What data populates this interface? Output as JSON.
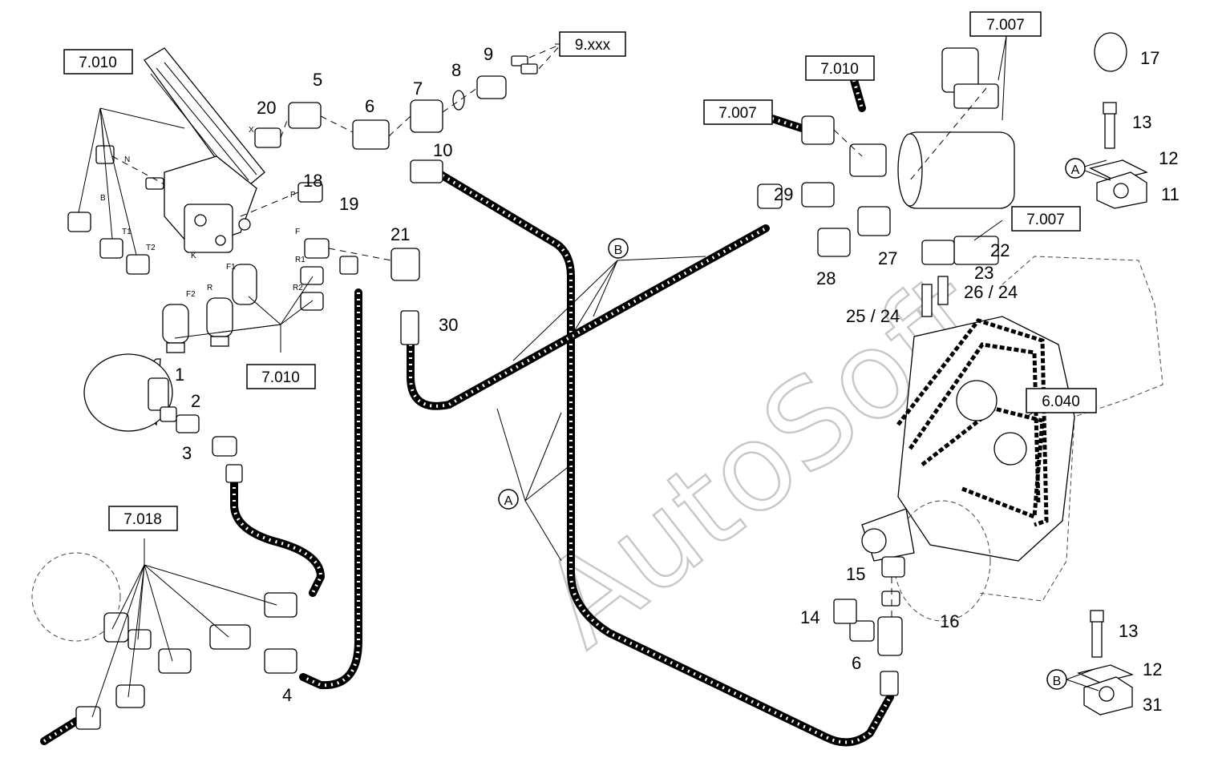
{
  "watermark": "AutoSoft",
  "callouts": [
    {
      "label": "1"
    },
    {
      "label": "2"
    },
    {
      "label": "3"
    },
    {
      "label": "4"
    },
    {
      "label": "5"
    },
    {
      "label": "6"
    },
    {
      "label": "7"
    },
    {
      "label": "8"
    },
    {
      "label": "9"
    },
    {
      "label": "10"
    },
    {
      "label": "11"
    },
    {
      "label": "12"
    },
    {
      "label": "13"
    },
    {
      "label": "14"
    },
    {
      "label": "15"
    },
    {
      "label": "16"
    },
    {
      "label": "17"
    },
    {
      "label": "18"
    },
    {
      "label": "19"
    },
    {
      "label": "20"
    },
    {
      "label": "21"
    },
    {
      "label": "22"
    },
    {
      "label": "23"
    },
    {
      "label": "26 / 24"
    },
    {
      "label": "25 / 24"
    },
    {
      "label": "27"
    },
    {
      "label": "28"
    },
    {
      "label": "29"
    },
    {
      "label": "30"
    },
    {
      "label": "6"
    },
    {
      "label": "12"
    },
    {
      "label": "13"
    },
    {
      "label": "31"
    }
  ],
  "refs": [
    {
      "label": "7.010"
    },
    {
      "label": "7.010"
    },
    {
      "label": "7.018"
    },
    {
      "label": "9.xxx"
    },
    {
      "label": "7.007"
    },
    {
      "label": "7.010"
    },
    {
      "label": "7.007"
    },
    {
      "label": "7.007"
    },
    {
      "label": "6.040"
    }
  ],
  "port_labels": [
    "X",
    "N",
    "B",
    "T1",
    "T2",
    "K",
    "P",
    "F",
    "R1",
    "R2",
    "F1",
    "F2",
    "R"
  ],
  "circle_markers": [
    {
      "label": "B"
    },
    {
      "label": "A"
    },
    {
      "label": "A"
    },
    {
      "label": "B"
    }
  ]
}
